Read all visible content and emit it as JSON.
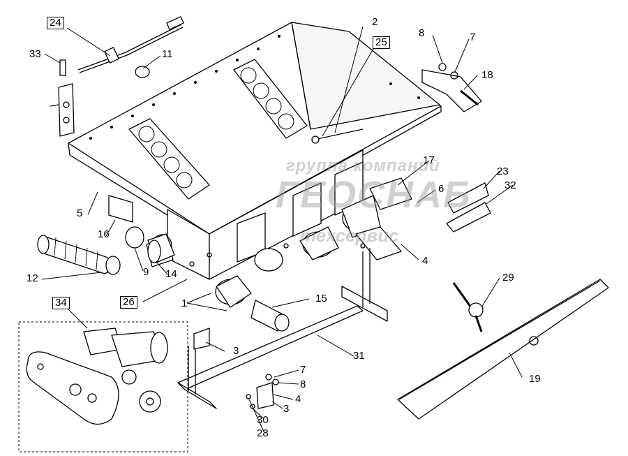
{
  "watermark": {
    "line1": "группа компаний",
    "line2": "ГЕОСНАБ",
    "line3": "техсервис"
  },
  "labels": {
    "l1": "1",
    "l2": "2",
    "l3a": "3",
    "l3b": "3",
    "l4": "4",
    "l4b": "4",
    "l5": "5",
    "l6": "6",
    "l7a": "7",
    "l7b": "7",
    "l8a": "8",
    "l8b": "8",
    "l9": "9",
    "l11": "11",
    "l12": "12",
    "l14": "14",
    "l15": "15",
    "l16": "16",
    "l17": "17",
    "l18": "18",
    "l19": "19",
    "l23": "23",
    "l24": "24",
    "l25": "25",
    "l26": "26",
    "l28": "28",
    "l29": "29",
    "l30": "30",
    "l31": "31",
    "l32": "32",
    "l33": "33",
    "l34": "34"
  }
}
